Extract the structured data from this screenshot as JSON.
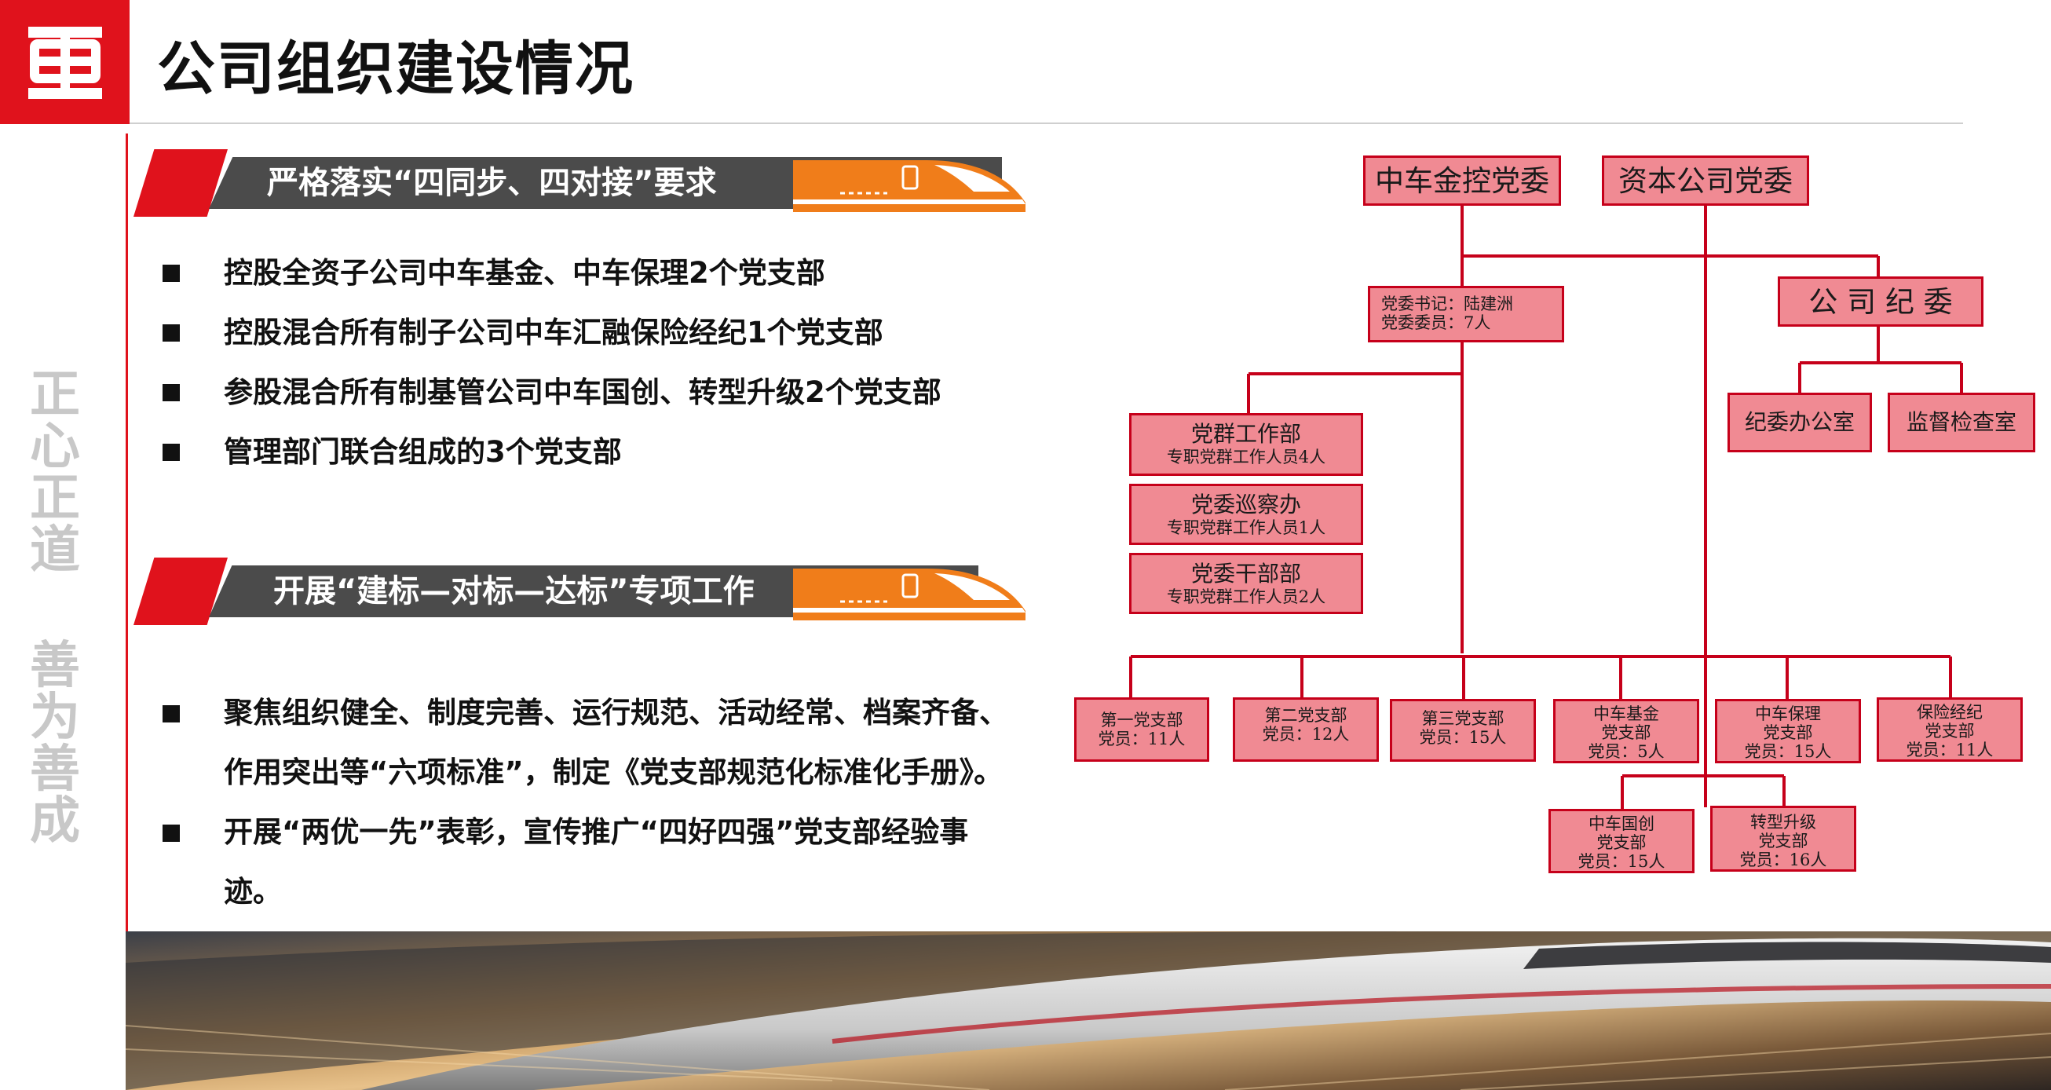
{
  "header": {
    "title": "公司组织建设情况",
    "brand_color": "#e0121c"
  },
  "slogan": {
    "part1": [
      "正",
      "心",
      "正",
      "道"
    ],
    "part2": [
      "善",
      "为",
      "善",
      "成"
    ]
  },
  "section1": {
    "banner": "严格落实“四同步、四对接”要求",
    "items": [
      "控股全资子公司中车基金、中车保理2个党支部",
      "控股混合所有制子公司中车汇融保险经纪1个党支部",
      "参股混合所有制基管公司中车国创、转型升级2个党支部",
      "管理部门联合组成的3个党支部"
    ]
  },
  "section2": {
    "banner": "开展“建标—对标—达标”专项工作",
    "items": [
      {
        "line1": "聚焦组织健全、制度完善、运行规范、活动经常、档案齐备、",
        "line2": "作用突出等“六项标准”，制定《党支部规范化标准化手册》。"
      },
      {
        "line1": "开展“两优一先”表彰，宣传推广“四好四强”党支部经验事",
        "line2": "迹。"
      }
    ]
  },
  "org": {
    "top_left": "中车金控党委",
    "top_right": "资本公司党委",
    "secretary": {
      "line1": "党委书记：陆建洲",
      "line2": "党委委员：7人"
    },
    "discipline": "公 司 纪 委",
    "disc_office": "纪委办公室",
    "supervision": "监督检查室",
    "departments": [
      {
        "title": "党群工作部",
        "sub": "专职党群工作人员4人"
      },
      {
        "title": "党委巡察办",
        "sub": "专职党群工作人员1人"
      },
      {
        "title": "党委干部部",
        "sub": "专职党群工作人员2人"
      }
    ],
    "branches": [
      {
        "lines": [
          "第一党支部",
          "党员：11人"
        ]
      },
      {
        "lines": [
          "第二党支部",
          "党员：12人"
        ]
      },
      {
        "lines": [
          "第三党支部",
          "党员：15人"
        ]
      },
      {
        "lines": [
          "中车基金",
          "党支部",
          "党员：5人"
        ]
      },
      {
        "lines": [
          "中车保理",
          "党支部",
          "党员：15人"
        ]
      },
      {
        "lines": [
          "保险经纪",
          "党支部",
          "党员：11人"
        ]
      }
    ],
    "sub_branches": [
      {
        "lines": [
          "中车国创",
          "党支部",
          "党员：15人"
        ]
      },
      {
        "lines": [
          "转型升级",
          "党支部",
          "党员：16人"
        ]
      }
    ]
  }
}
